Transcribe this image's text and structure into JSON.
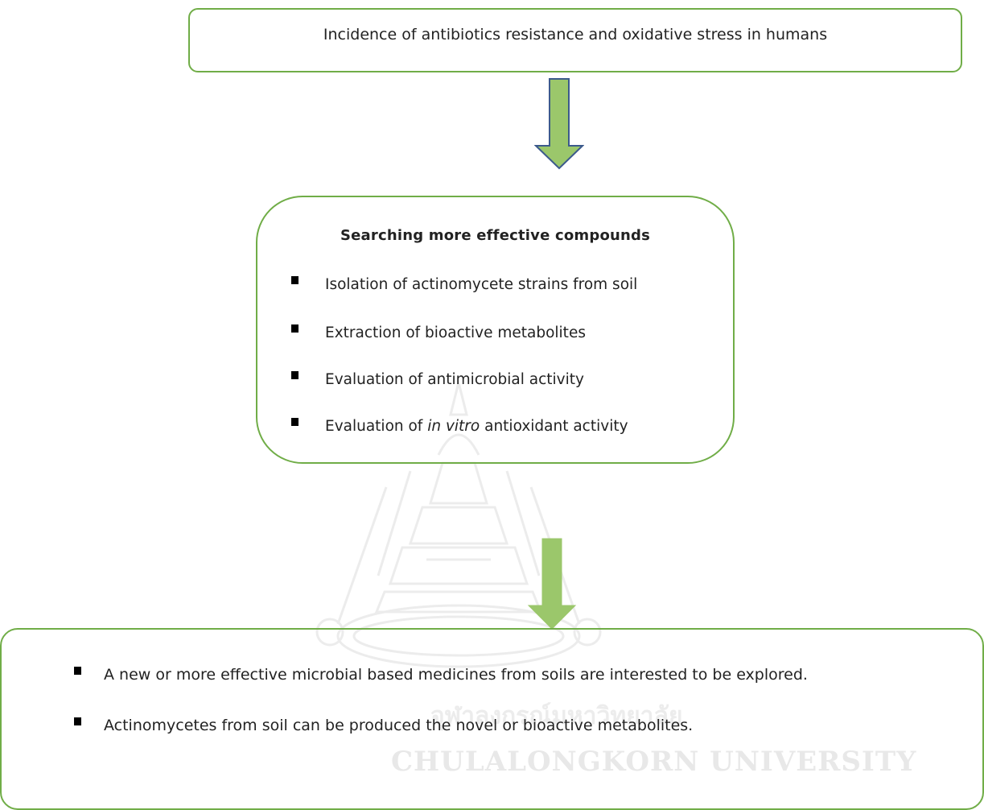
{
  "colors": {
    "box_border": "#70ad47",
    "arrow_fill": "#9bc76b",
    "arrow_stroke": "#3c5a8c",
    "bullet": "#000000",
    "watermark": "#e8e8e8"
  },
  "top_box": {
    "text": "Incidence of antibiotics resistance and oxidative stress in humans"
  },
  "middle_box": {
    "heading": "Searching more effective compounds",
    "items": [
      {
        "text": "Isolation of actinomycete strains from soil"
      },
      {
        "text": "Extraction of bioactive metabolites"
      },
      {
        "text": "Evaluation of antimicrobial activity"
      },
      {
        "pre": "Evaluation of ",
        "italic": "in vitro",
        "post": " antioxidant activity"
      }
    ]
  },
  "bottom_box": {
    "items": [
      "A new or more effective microbial based medicines from soils are interested to be explored.",
      "Actinomycetes from soil can be produced the novel or bioactive metabolites."
    ]
  },
  "watermark": {
    "thai": "จุฬาลงกรณ์มหาวิทยาลัย",
    "english": "CHULALONGKORN UNIVERSITY"
  }
}
